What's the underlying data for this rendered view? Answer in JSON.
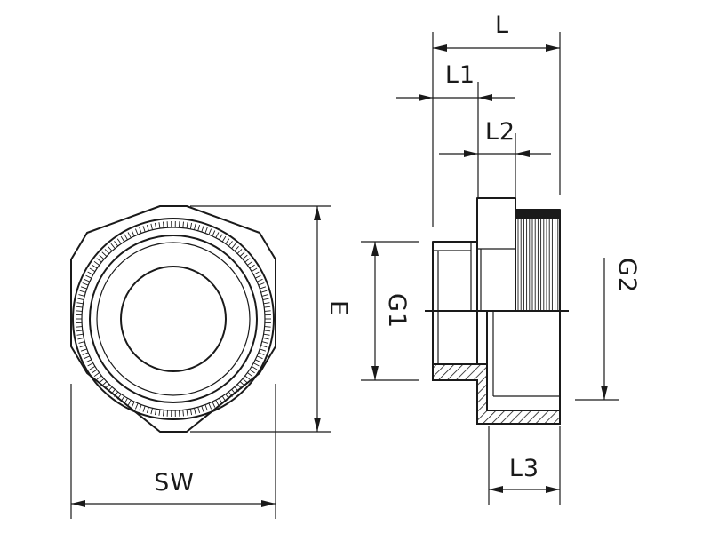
{
  "labels": {
    "sw": "SW",
    "e": "E",
    "l": "L",
    "l1": "L1",
    "l2": "L2",
    "l3": "L3",
    "g1": "G1",
    "g2": "G2"
  },
  "colors": {
    "line": "#1a1a1a",
    "background": "#ffffff"
  },
  "icons": {
    "front_view": "hex-nut-front-view",
    "side_view": "reducer-section-side-view"
  }
}
